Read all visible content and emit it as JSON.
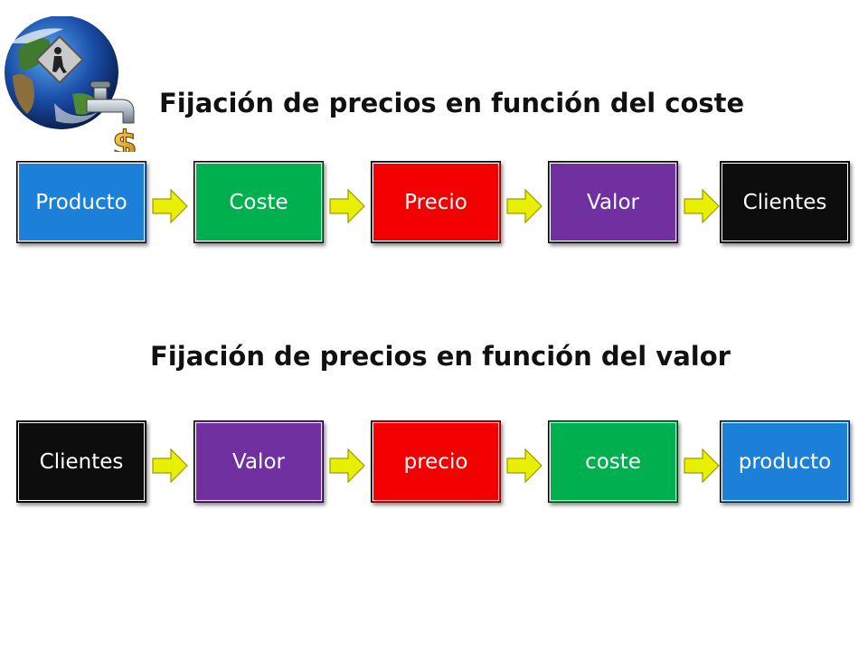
{
  "titles": {
    "cost_based": "Fijación de precios en función  del coste",
    "value_based": "Fijación de precios en función  del valor"
  },
  "logo": {
    "icon": "globe-faucet-dollar-icon",
    "glyph": "$"
  },
  "colors": {
    "blue": "#1c7fd8",
    "green": "#00b04f",
    "red": "#f40000",
    "purple": "#7030a0",
    "black": "#0d0d0d",
    "arrow": "#e8f000"
  },
  "flows": {
    "cost_based": [
      "Producto",
      "Coste",
      "Precio",
      "Valor",
      "Clientes"
    ],
    "value_based": [
      "Clientes",
      "Valor",
      "precio",
      "coste",
      "producto"
    ]
  }
}
